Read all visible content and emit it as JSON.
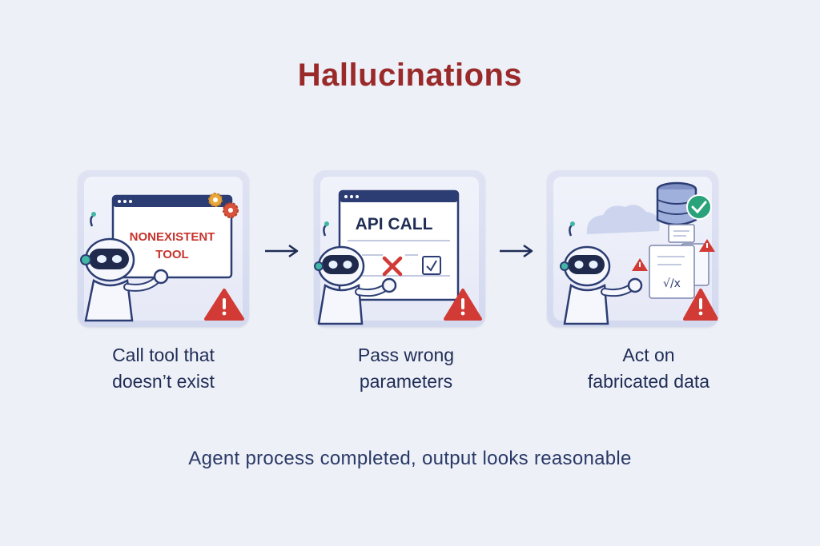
{
  "title": "Hallucinations",
  "steps": [
    {
      "window_text_line1": "NONEXISTENT",
      "window_text_line2": "TOOL",
      "caption_line1": "Call tool that",
      "caption_line2": "doesn’t exist",
      "icons": [
        "robot-icon",
        "gear-icon",
        "warning-icon"
      ]
    },
    {
      "window_text": "API CALL",
      "caption_line1": "Pass wrong",
      "caption_line2": "parameters",
      "icons": [
        "robot-icon",
        "cross-icon",
        "checkbox-icon",
        "warning-icon"
      ]
    },
    {
      "caption_line1": "Act on",
      "caption_line2": "fabricated data",
      "icons": [
        "robot-icon",
        "cloud-icon",
        "database-icon",
        "check-circle-icon",
        "document-icon",
        "warning-icon"
      ],
      "document_mark": "√/x"
    }
  ],
  "footer": "Agent process completed, output looks reasonable",
  "colors": {
    "title": "#9a2a2a",
    "text": "#1f2d55",
    "warning": "#d13a35",
    "error_text": "#c8342e",
    "check": "#2aa37a",
    "panel": "#dfe3f3"
  }
}
